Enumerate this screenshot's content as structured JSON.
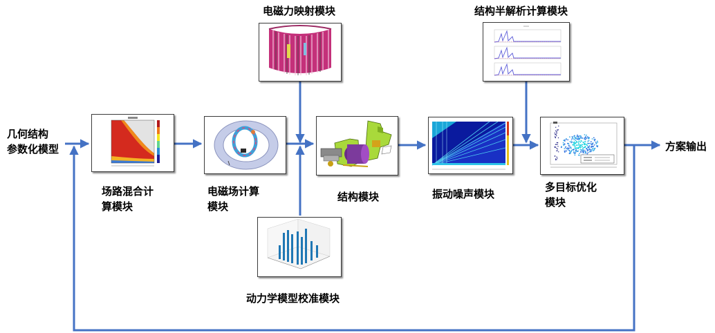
{
  "labels": {
    "input": "几何结构\n参数化模型",
    "output": "方案输出",
    "field_circuit": "场路混合计\n算模块",
    "em_field": "电磁场计算\n模块",
    "em_force_map": "电磁力映射模块",
    "structure": "结构模块",
    "dynamics_calib": "动力学模型校准模块",
    "vib_noise": "振动噪声模块",
    "semi_analytic": "结构半解析计算模块",
    "multi_obj": "多目标优化\n模块"
  },
  "colors": {
    "arrow": "#4472C4",
    "box_border": "#3a3a3a"
  }
}
